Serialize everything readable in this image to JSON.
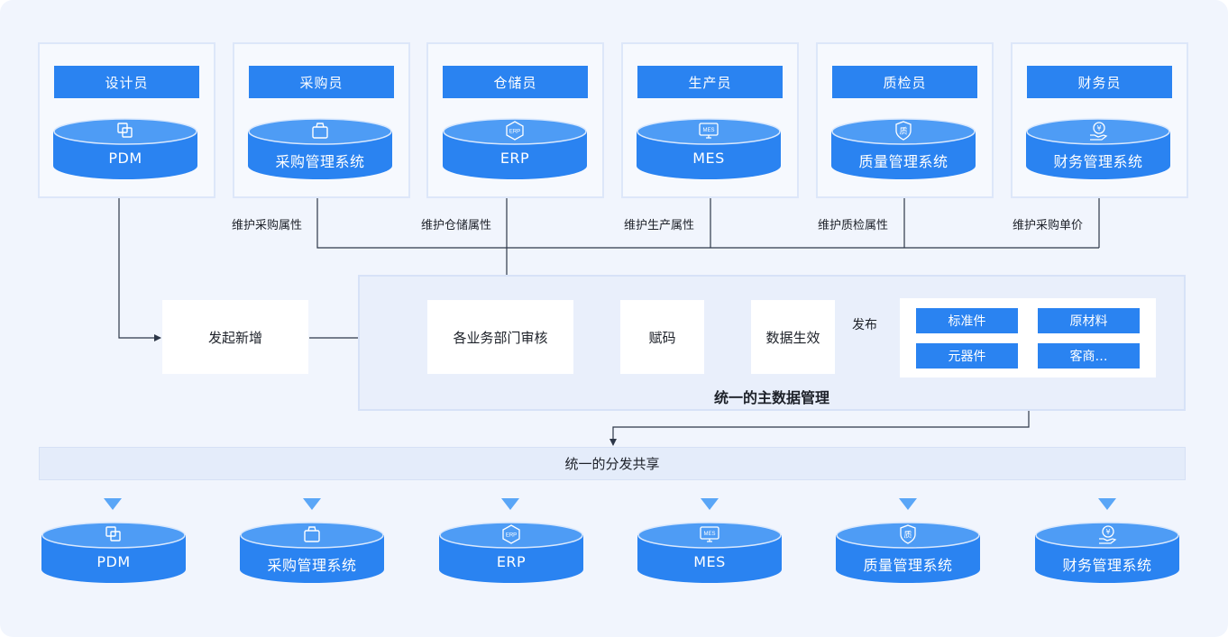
{
  "roles": [
    {
      "title": "设计员",
      "system": "PDM",
      "icon": "copy-icon"
    },
    {
      "title": "采购员",
      "system": "采购管理系统",
      "icon": "basket-icon"
    },
    {
      "title": "仓储员",
      "system": "ERP",
      "icon": "erp-badge-icon"
    },
    {
      "title": "生产员",
      "system": "MES",
      "icon": "mes-monitor-icon"
    },
    {
      "title": "质检员",
      "system": "质量管理系统",
      "icon": "quality-shield-icon"
    },
    {
      "title": "财务员",
      "system": "财务管理系统",
      "icon": "yen-hand-icon"
    }
  ],
  "maintenance": [
    "维护采购属性",
    "维护仓储属性",
    "维护生产属性",
    "维护质检属性",
    "维护采购单价"
  ],
  "flow": {
    "start": "发起新增",
    "review": "各业务部门审核",
    "coding": "赋码",
    "effective": "数据生效",
    "publish": "发布"
  },
  "mdm_title": "统一的主数据管理",
  "outputs": [
    "标准件",
    "原材料",
    "元器件",
    "客商…"
  ],
  "share_title": "统一的分发共享",
  "targets": [
    {
      "system": "PDM",
      "icon": "copy-icon"
    },
    {
      "system": "采购管理系统",
      "icon": "basket-icon"
    },
    {
      "system": "ERP",
      "icon": "erp-badge-icon"
    },
    {
      "system": "MES",
      "icon": "mes-monitor-icon"
    },
    {
      "system": "质量管理系统",
      "icon": "quality-shield-icon"
    },
    {
      "system": "财务管理系统",
      "icon": "yen-hand-icon"
    }
  ],
  "icon_text": {
    "erp": "ERP",
    "mes": "MES",
    "quality": "质",
    "yen": "¥"
  },
  "colors": {
    "accent": "#2a83f1",
    "cylinder_top": "#3d91f4",
    "cylinder_body": "#2a83f1",
    "canvas": "#f1f5fd",
    "line": "#2d3748",
    "triangle": "#5aa6f7"
  }
}
